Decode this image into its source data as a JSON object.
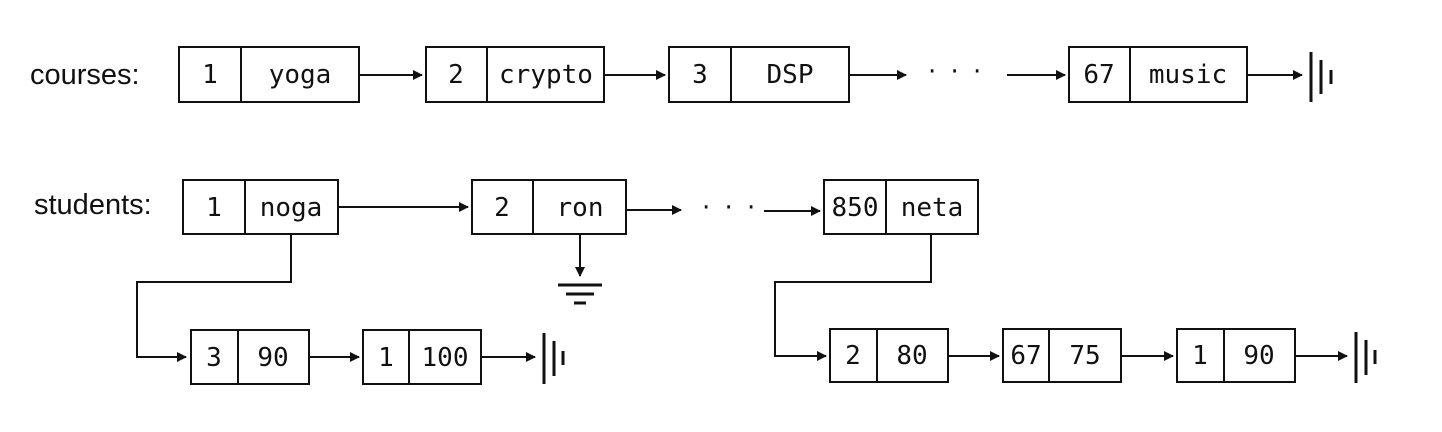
{
  "labels": {
    "courses": "courses:",
    "students": "students:"
  },
  "ellipsis": "· · ·",
  "courses": [
    {
      "id": "1",
      "name": "yoga"
    },
    {
      "id": "2",
      "name": "crypto"
    },
    {
      "id": "3",
      "name": "DSP"
    },
    {
      "id": "67",
      "name": "music"
    }
  ],
  "students": [
    {
      "id": "1",
      "name": "noga"
    },
    {
      "id": "2",
      "name": "ron"
    },
    {
      "id": "850",
      "name": "neta"
    }
  ],
  "grades_noga": [
    {
      "course": "3",
      "grade": "90"
    },
    {
      "course": "1",
      "grade": "100"
    }
  ],
  "grades_neta": [
    {
      "course": "2",
      "grade": "80"
    },
    {
      "course": "67",
      "grade": "75"
    },
    {
      "course": "1",
      "grade": "90"
    }
  ]
}
